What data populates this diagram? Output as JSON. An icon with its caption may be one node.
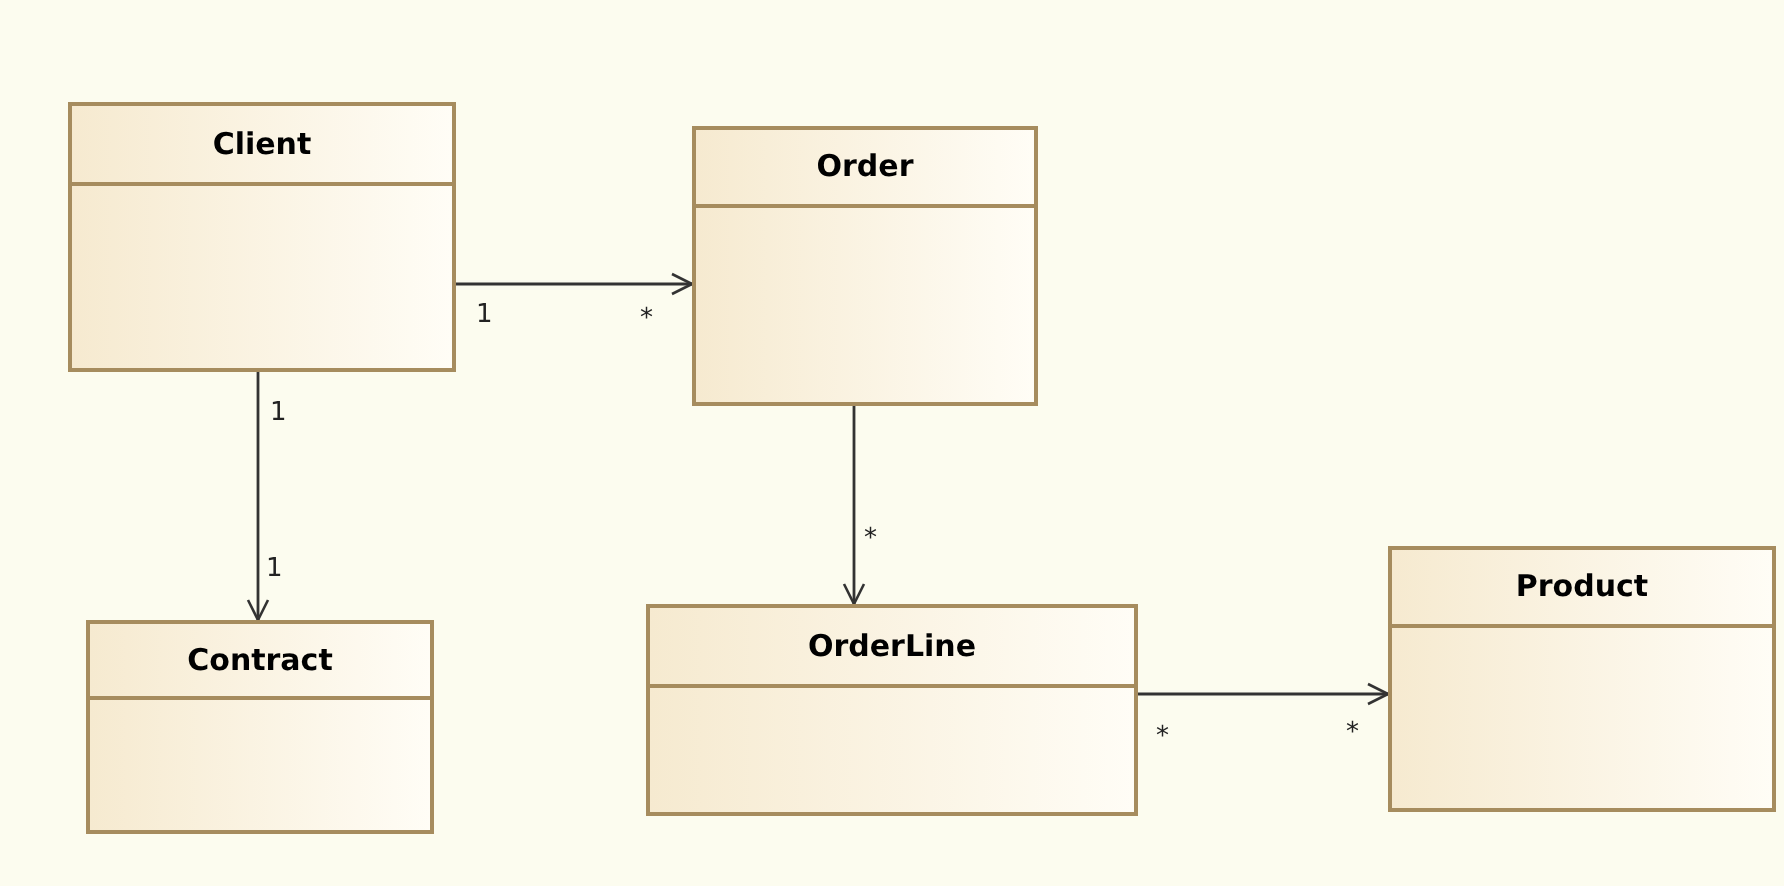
{
  "diagram": {
    "nodes": [
      {
        "text": [
          "Client"
        ]
      },
      {
        "text": [
          "Order"
        ]
      },
      {
        "text": [
          "Contract"
        ]
      },
      {
        "text": [
          "OrderLine"
        ]
      },
      {
        "text": [
          "Product"
        ]
      }
    ],
    "edges": [
      {
        "from": 0,
        "to": 1,
        "arrow": "to"
      },
      {
        "from": 0,
        "to": 2,
        "arrow": "to"
      },
      {
        "from": 1,
        "to": 3,
        "arrow": "to"
      },
      {
        "from": 3,
        "to": 4,
        "arrow": "to"
      }
    ],
    "labels": [
      "1",
      "*",
      "1",
      "1",
      "*",
      "*",
      "*"
    ]
  }
}
